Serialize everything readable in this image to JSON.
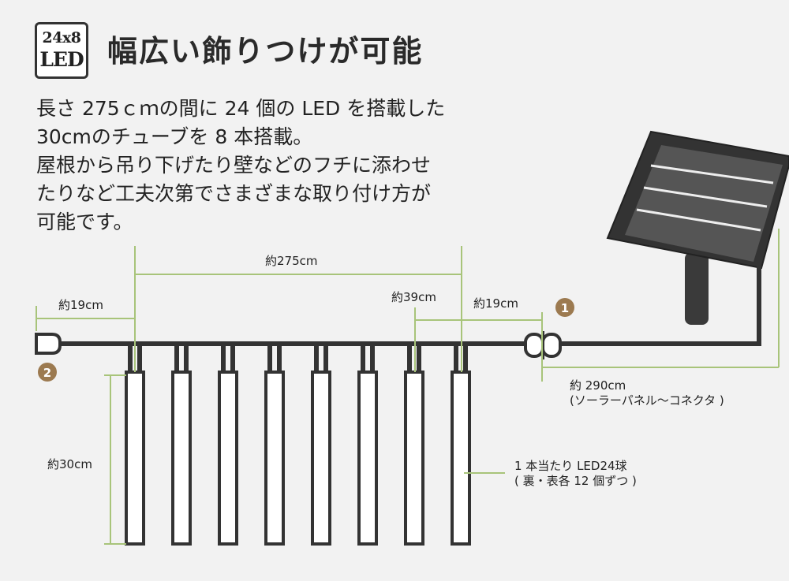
{
  "badge": {
    "top": "24x8",
    "bottom": "LED"
  },
  "title": "幅広い飾りつけが可能",
  "description": [
    "長さ 275ｃｍの間に 24 個の LED を搭載した",
    "30cmのチューブを 8 本搭載。",
    "屋根から吊り下げたり壁などのフチに添わせ",
    "たりなど工夫次第でさまざまな取り付け方が",
    "可能です。"
  ],
  "labels": {
    "length_275": "約275cm",
    "length_19_left": "約19cm",
    "length_39": "約39cm",
    "length_19_right": "約19cm",
    "length_290_line1": "約 290cm",
    "length_290_line2": "(ソーラーパネル～コネクタ )",
    "tube_length": "約30cm",
    "tube_led_line1": "1 本当たり LED24球",
    "tube_led_line2": "( 裏・表各 12 個ずつ )"
  },
  "markers": {
    "connector": "1",
    "end_cap": "2"
  },
  "tube_count": 8,
  "colors": {
    "cable": "#333333",
    "dimension_line": "#a8c47a",
    "marker": "#9c7a50",
    "background": "#f2f2f2"
  }
}
